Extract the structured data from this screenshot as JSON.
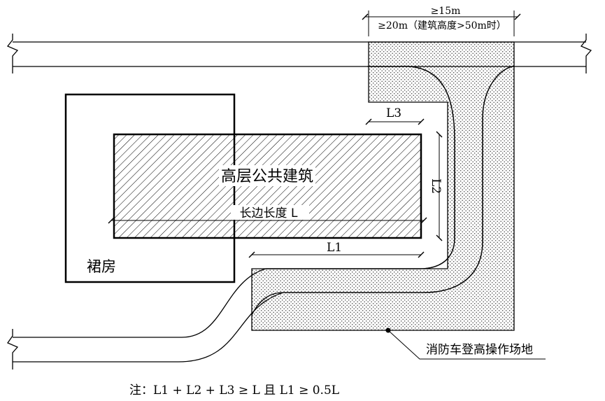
{
  "labels": {
    "building": "高层公共建筑",
    "podium": "裙房",
    "long_side": "长边长度 L",
    "l1": "L1",
    "l2": "L2",
    "l3": "L3",
    "width_min": "≥15m",
    "width_tall": "≥20m（建筑高度>50m时）",
    "site": "消防车登高操作场地",
    "note": "注：L1 + L2 + L3 ≥ L 且 L1 ≥ 0.5L"
  }
}
